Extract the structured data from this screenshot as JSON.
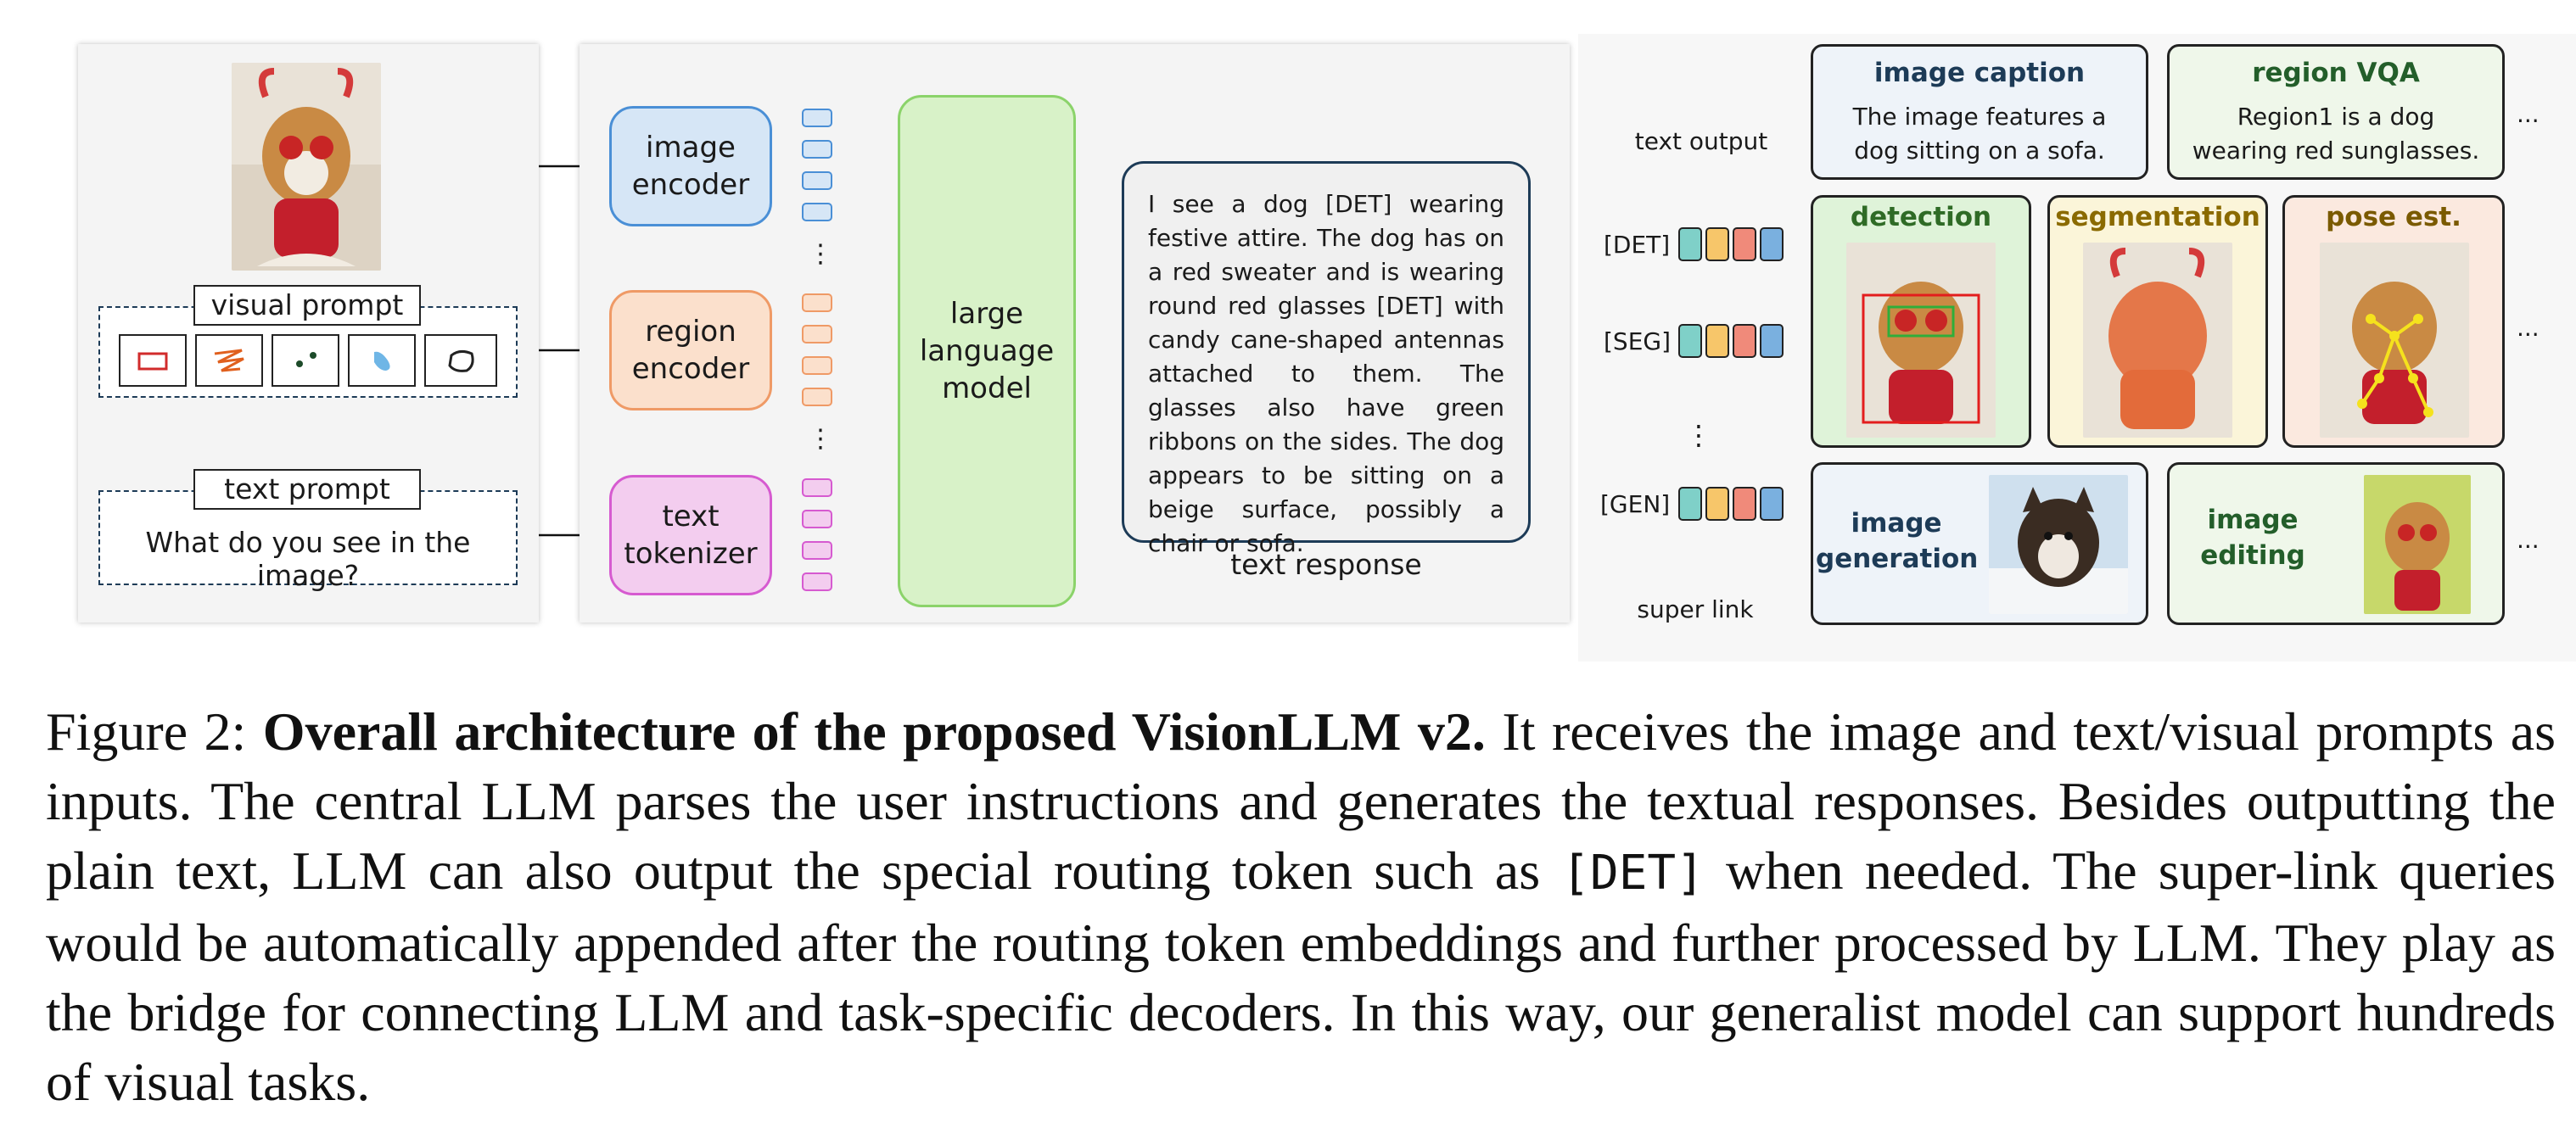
{
  "input": {
    "visual_prompt_label": "visual prompt",
    "text_prompt_label": "text prompt",
    "text_prompt_value": "What do you see in the image?"
  },
  "encoders": {
    "image": "image encoder",
    "region": "region encoder",
    "text": "text tokenizer"
  },
  "llm_label": "large language model",
  "response": {
    "text": "I see a dog [DET] wearing festive attire. The dog has on a red sweater and is wearing round red glasses [DET] with candy cane-shaped antennas attached to them. The glasses also have green ribbons on the sides. The dog appears to be sitting on a beige surface, possibly a chair or sofa.",
    "label": "text response"
  },
  "outputs": {
    "text_output_label": "text output",
    "super_link_label": "super link",
    "tokens": {
      "det": "[DET]",
      "seg": "[SEG]",
      "gen": "[GEN]"
    },
    "vdots": "⋮",
    "ellipsis": "...",
    "image_caption": {
      "title": "image caption",
      "text": "The image features a dog sitting on a sofa."
    },
    "region_vqa": {
      "title": "region VQA",
      "text": "Region1 is a dog wearing red sunglasses."
    },
    "detection": {
      "title": "detection"
    },
    "segmentation": {
      "title": "segmentation"
    },
    "pose": {
      "title": "pose est."
    },
    "image_generation": {
      "title": "image generation"
    },
    "image_editing": {
      "title": "image editing"
    }
  },
  "caption": {
    "prefix": "Figure 2: ",
    "bold": "Overall architecture of the proposed VisionLLM v2.",
    "part1": " It receives the image and text/visual prompts as inputs. The central LLM parses the user instructions and generates the textual responses. Besides outputting the plain text, LLM can also output the special routing token such as ",
    "token": "[DET]",
    "part2": " when needed. The super-link queries would be automatically appended after the routing token embeddings and further processed by LLM. They play as the bridge for connecting LLM and task-specific decoders. In this way, our generalist model can support hundreds of visual tasks."
  },
  "colors": {
    "image_encoder": "#d6e6f6",
    "region_encoder": "#fbe0cc",
    "text_tokenizer": "#f3cdef",
    "llm": "#d8f2c8",
    "caption_title": "#1d3b57",
    "vqa_title": "#235e2a",
    "detection_title": "#2f6b26",
    "segmentation_title": "#8a6a00",
    "pose_title": "#7a5a00"
  }
}
